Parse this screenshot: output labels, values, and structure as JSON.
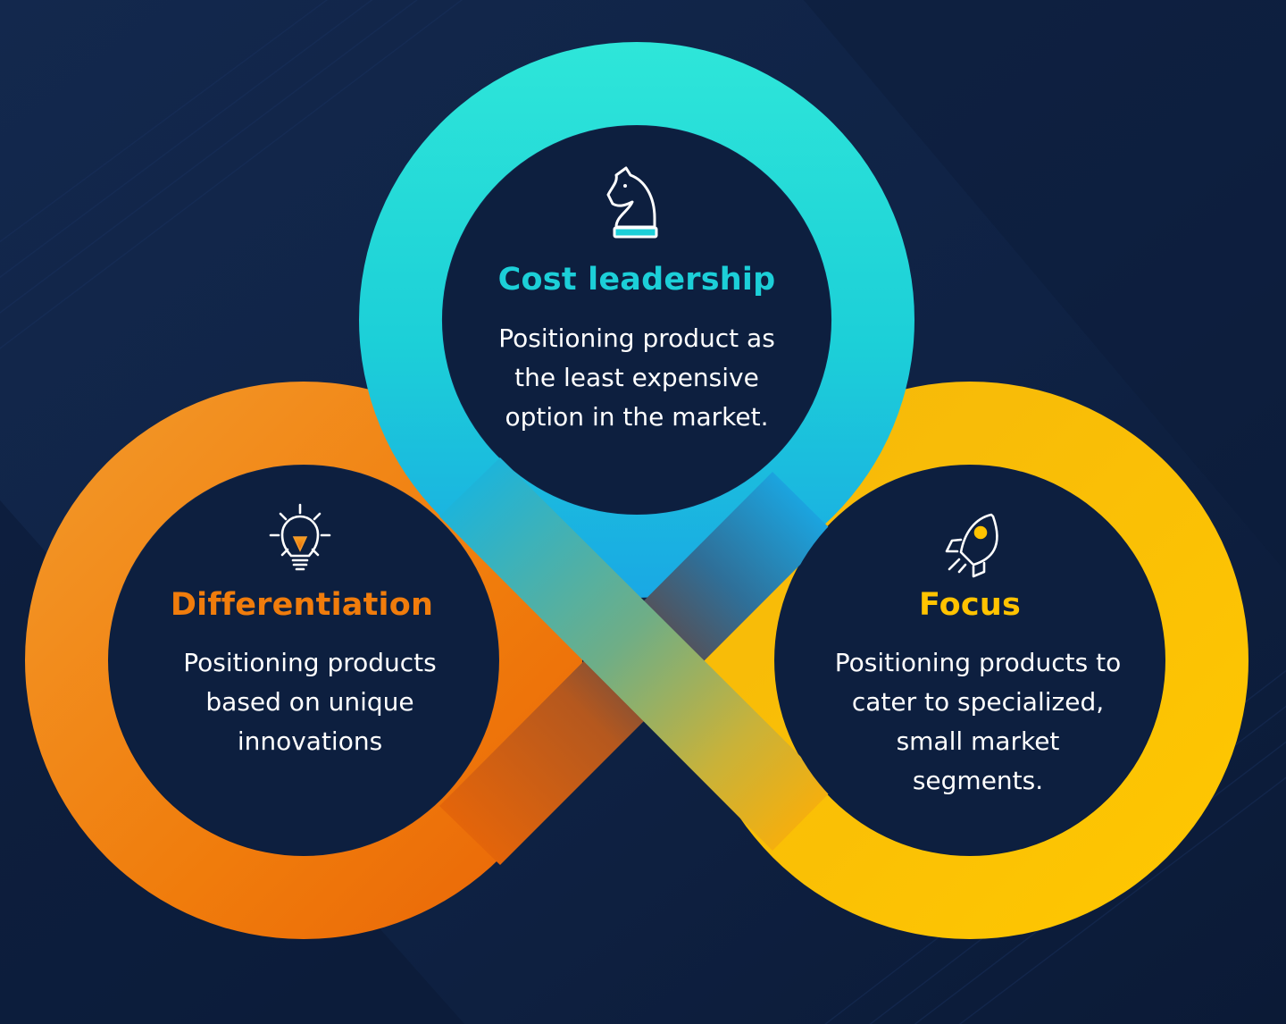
{
  "colors": {
    "background": "#0f2142",
    "background_dark": "#0a1832",
    "inner_disc": "#0d1f3f",
    "cost_leadership": "#1ccfd8",
    "cost_leadership_light": "#2ee6d9",
    "cost_leadership_blue": "#1aa8e4",
    "differentiation": "#f07c0c",
    "differentiation_light": "#f39a2b",
    "differentiation_dark": "#e96407",
    "focus": "#ffc300",
    "focus_light": "#f5b70b",
    "focus_dark": "#fdae06",
    "crossing_green": "#8fb26a",
    "text": "#ffffff"
  },
  "cost_leadership": {
    "icon": "chess-knight-icon",
    "title": "Cost leadership",
    "lines": [
      "Positioning product as",
      "the least expensive",
      "option in the market."
    ]
  },
  "differentiation": {
    "icon": "lightbulb-icon",
    "title": "Differentiation",
    "lines": [
      "Positioning products",
      "based on unique",
      "innovations"
    ]
  },
  "focus": {
    "icon": "rocket-icon",
    "title": "Focus",
    "lines": [
      "Positioning products to",
      "cater to specialized,",
      "small market",
      "segments."
    ]
  }
}
